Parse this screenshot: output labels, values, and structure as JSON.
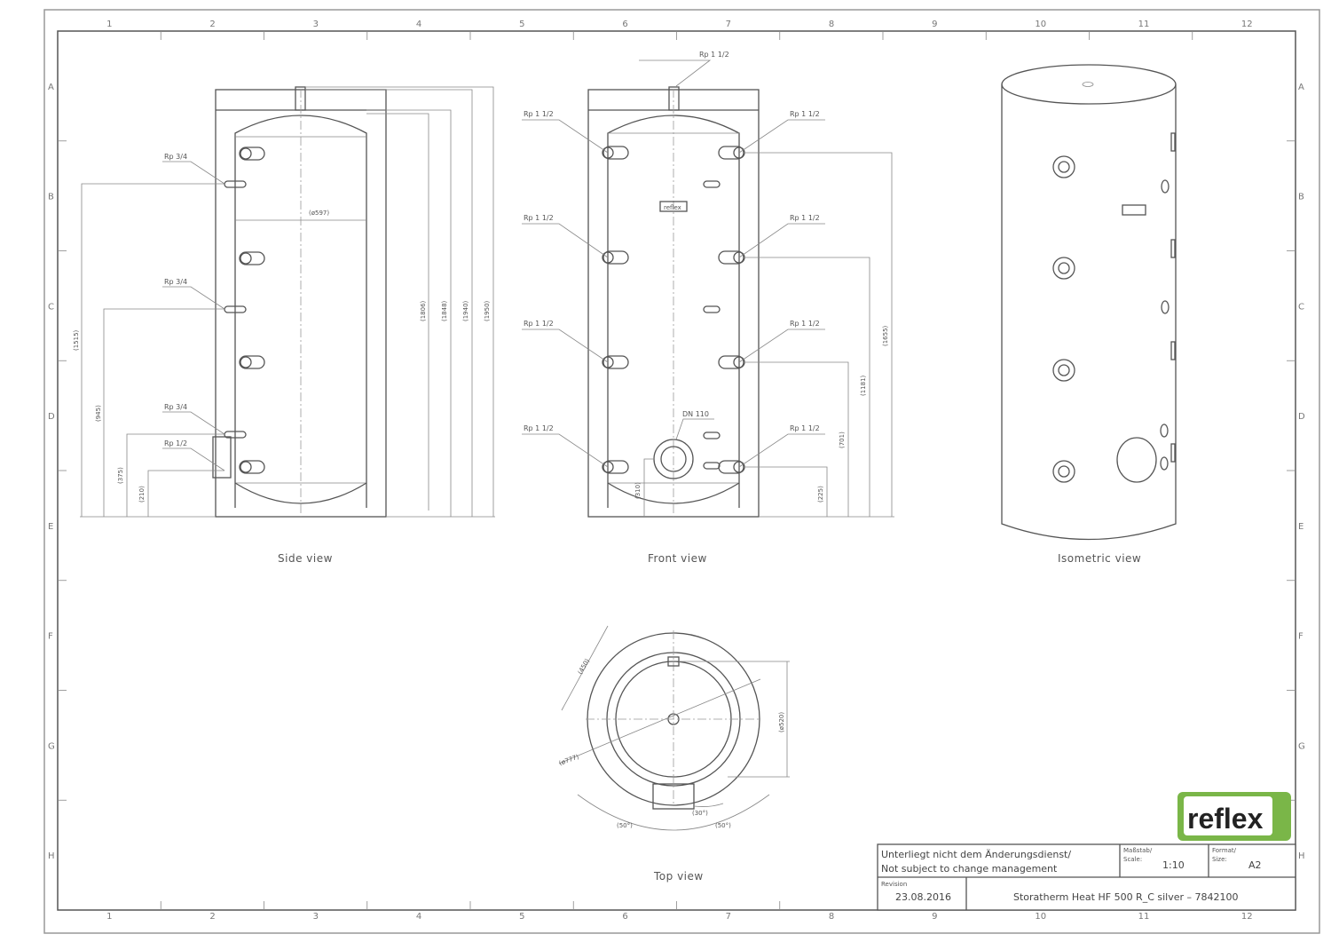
{
  "grid": {
    "columns": [
      "1",
      "2",
      "3",
      "4",
      "5",
      "6",
      "7",
      "8",
      "9",
      "10",
      "11",
      "12"
    ],
    "rows": [
      "A",
      "B",
      "C",
      "D",
      "E",
      "F",
      "G",
      "H"
    ]
  },
  "side_view": {
    "caption": "Side view",
    "connections": [
      "Rp 3/4",
      "Rp 3/4",
      "Rp 3/4",
      "Rp 1/2"
    ],
    "diameter": "(ø597)",
    "dims_left": [
      "(1515)",
      "(945)",
      "(375)",
      "(210)"
    ],
    "dims_right": [
      "(1806)",
      "(1848)",
      "(1940)",
      "(1950)"
    ]
  },
  "front_view": {
    "caption": "Front view",
    "top_connection": "Rp 1 1/2",
    "left_connections": [
      "Rp 1 1/2",
      "Rp 1 1/2",
      "Rp 1 1/2",
      "Rp 1 1/2"
    ],
    "right_connections": [
      "Rp 1 1/2",
      "Rp 1 1/2",
      "Rp 1 1/2",
      "Rp 1 1/2"
    ],
    "flange": "DN 110",
    "flange_height": "(310)",
    "dims_right": [
      "(225)",
      "(701)",
      "(1181)",
      "(1655)"
    ]
  },
  "isometric_view": {
    "caption": "Isometric view"
  },
  "top_view": {
    "caption": "Top view",
    "dims": {
      "offset": "(450)",
      "inner_diameter": "(ø520)",
      "outer_diameter": "(ø777)",
      "angle_small": "(30°)",
      "angle_left": "(50°)",
      "angle_right": "(50°)"
    }
  },
  "title_block": {
    "logo": "reflex",
    "logo_color": "#7ab648",
    "notice_de": "Unterliegt nicht dem Änderungsdienst/",
    "notice_en": "Not subject to change management",
    "scale_label_de": "Maßstab/",
    "scale_label_en": "Scale:",
    "scale": "1:10",
    "format_label_de": "Format/",
    "format_label_en": "Size:",
    "format": "A2",
    "revision_label": "Revision",
    "revision_date": "23.08.2016",
    "title": "Storatherm Heat HF 500 R_C silver – 7842100"
  }
}
